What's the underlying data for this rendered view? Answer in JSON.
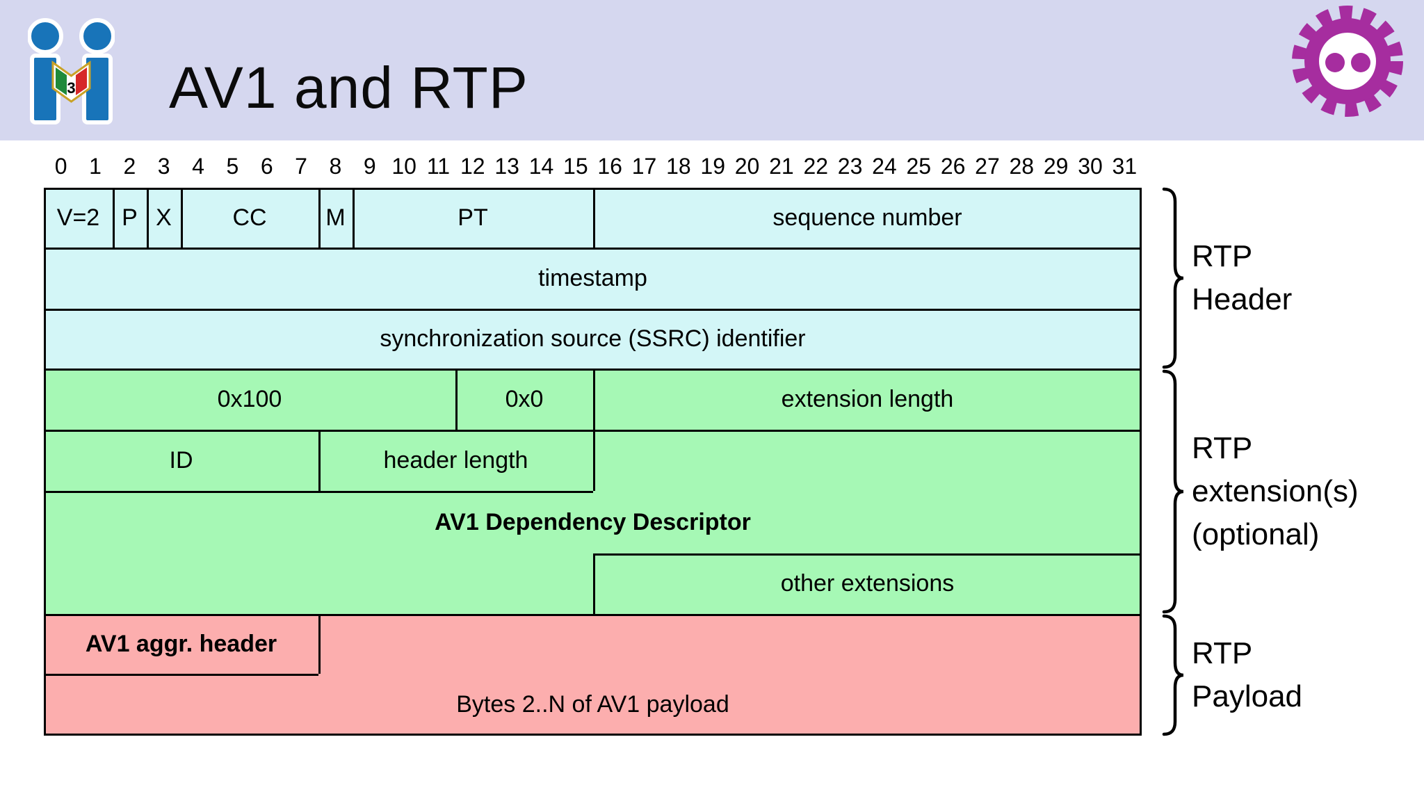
{
  "slide": {
    "title": "AV1 and RTP",
    "logo_badge": "3"
  },
  "bits": {
    "numbers": [
      "0",
      "1",
      "2",
      "3",
      "4",
      "5",
      "6",
      "7",
      "8",
      "9",
      "10",
      "11",
      "12",
      "13",
      "14",
      "15",
      "16",
      "17",
      "18",
      "19",
      "20",
      "21",
      "22",
      "23",
      "24",
      "25",
      "26",
      "27",
      "28",
      "29",
      "30",
      "31"
    ]
  },
  "packet": {
    "fields": {
      "version": "V=2",
      "padding": "P",
      "extension": "X",
      "csrc_count": "CC",
      "marker": "M",
      "payload_type": "PT",
      "sequence_number": "sequence number",
      "timestamp": "timestamp",
      "ssrc": "synchronization source (SSRC) identifier",
      "profile_magic": "0x100",
      "appbits": "0x0",
      "extension_length": "extension length",
      "ext_id": "ID",
      "header_length": "header length",
      "dependency_descriptor": "AV1 Dependency Descriptor",
      "other_extensions": "other extensions",
      "aggr_header": "AV1 aggr. header",
      "payload_bytes": "Bytes 2..N of AV1 payload"
    }
  },
  "annotations": [
    {
      "lines": [
        "RTP",
        "Header"
      ]
    },
    {
      "lines": [
        "RTP",
        "extension(s)",
        "(optional)"
      ]
    },
    {
      "lines": [
        "RTP",
        "Payload"
      ]
    }
  ],
  "colors": {
    "band": "#D5D7EF",
    "rtp_header_fill": "#D3F6F7",
    "extension_fill": "#A6F8B5",
    "payload_fill": "#FCAEAE",
    "logo_blue": "#1874B9",
    "gear_magenta": "#A62D9F"
  }
}
